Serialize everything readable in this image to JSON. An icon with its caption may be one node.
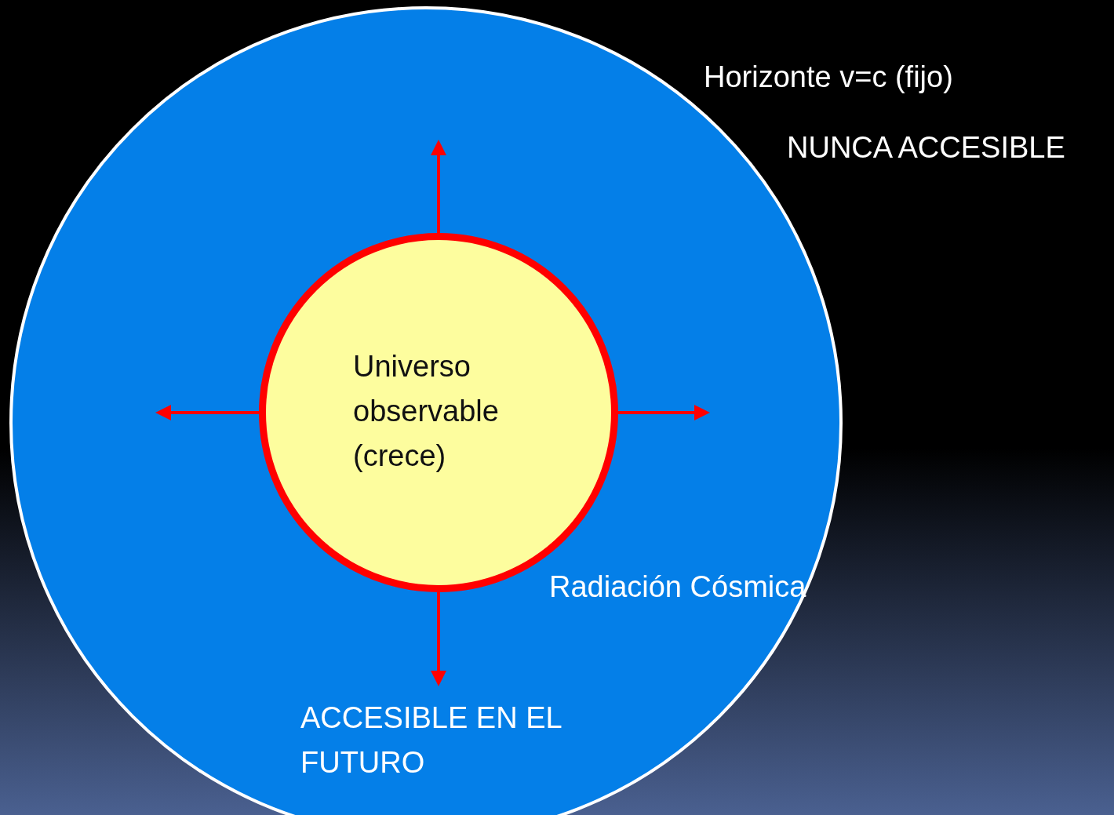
{
  "diagram": {
    "nodes": [
      {
        "text": [
          "ACCESIBLE EN EL FUTURO"
        ]
      },
      {
        "text": [
          "Universo observable (crece)"
        ],
        "in": 0
      }
    ],
    "edges": [
      {
        "from": 1,
        "to": null,
        "arrow": "to"
      },
      {
        "from": 1,
        "to": null,
        "arrow": "to"
      },
      {
        "from": 1,
        "to": null,
        "arrow": "to"
      },
      {
        "from": 1,
        "to": null,
        "arrow": "to"
      }
    ],
    "labels": [
      "Horizonte v=c (fijo)",
      "NUNCA ACCESIBLE",
      "Radiación Cósmica"
    ]
  }
}
